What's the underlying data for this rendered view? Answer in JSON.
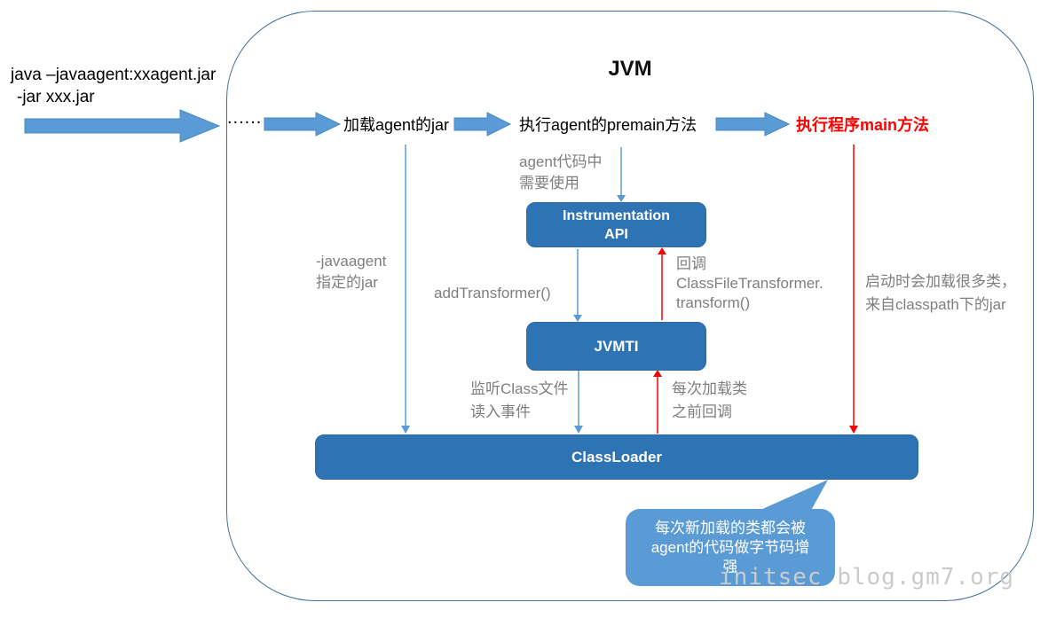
{
  "command": {
    "line1": "java –javaagent:xxagent.jar",
    "line2": "-jar xxx.jar"
  },
  "jvm": {
    "title": "JVM"
  },
  "flow": {
    "dots": "......",
    "step_load_agent_jar": "加载agent的jar",
    "step_run_premain": "执行agent的premain方法",
    "step_run_main": "执行程序main方法"
  },
  "boxes": {
    "instrumentation": {
      "line1": "Instrumentation",
      "line2": "API"
    },
    "jvmti": "JVMTI",
    "classloader": "ClassLoader"
  },
  "labels": {
    "agent_code": {
      "line1": "agent代码中",
      "line2": "需要使用"
    },
    "javaagent_jar": {
      "line1": "-javaagent",
      "line2": "指定的jar"
    },
    "add_transformer": "addTransformer()",
    "callback_transform": {
      "line1": "回调",
      "line2": "ClassFileTransformer.",
      "line3": "transform()"
    },
    "startup_load": {
      "line1": "启动时会加载很多类，",
      "line2": "来自classpath下的jar"
    },
    "listen_class": {
      "line1": "监听Class文件",
      "line2": "读入事件"
    },
    "before_load_callback": {
      "line1": "每次加载类",
      "line2": "之前回调"
    }
  },
  "callout": {
    "line1": "每次新加载的类都会被",
    "line2": "agent的代码做字节码增",
    "line3": "强"
  },
  "watermark": "initsec blog.gm7.org",
  "colors": {
    "box_blue": "#2E74B5",
    "arrow_blue": "#5B9BD5",
    "callout_blue": "#5B9BD5",
    "frame_border_blue": "#41719C",
    "red": "#FF0000",
    "gray_text": "#7F7F7F",
    "watermark_gray": "#CBCBCB"
  }
}
